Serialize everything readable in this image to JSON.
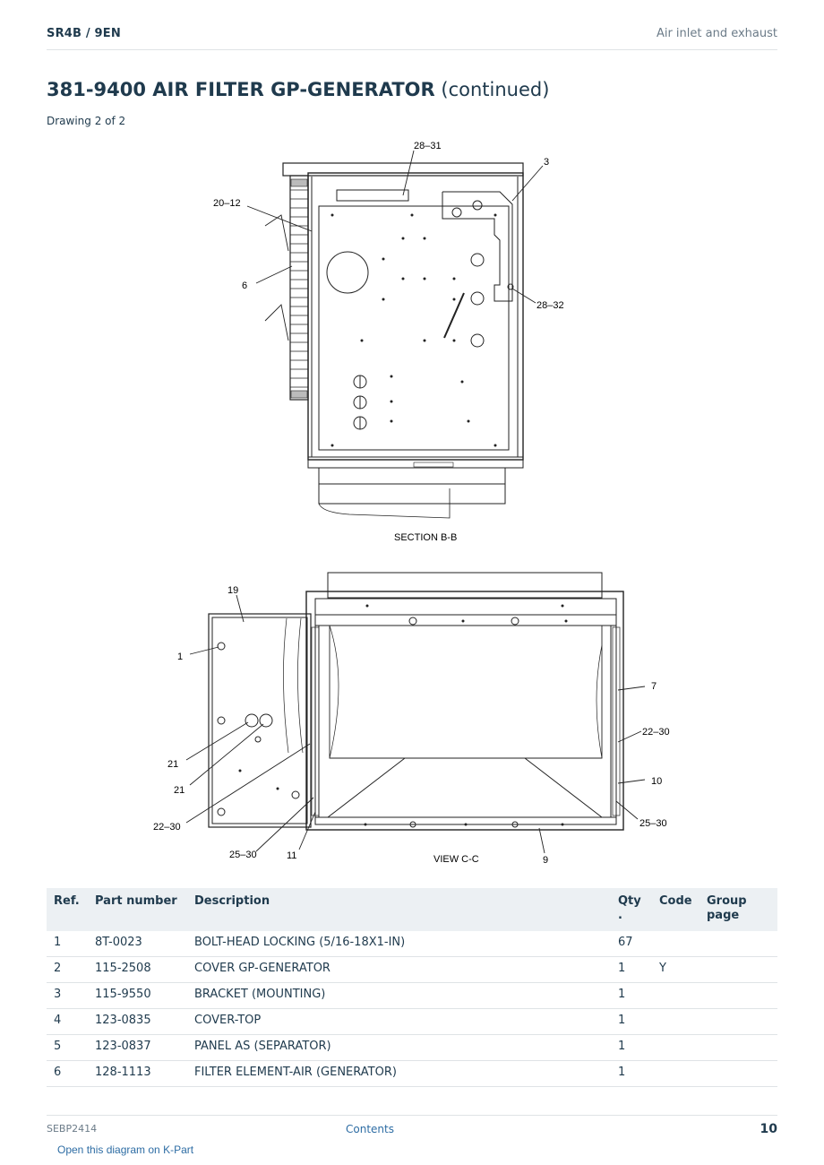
{
  "header": {
    "model": "SR4B / 9EN",
    "section": "Air inlet and exhaust"
  },
  "title": {
    "number_name": "381-9400 AIR FILTER GP-GENERATOR",
    "suffix": "(continued)"
  },
  "subtitle": "Drawing 2 of 2",
  "drawing": {
    "section_label": "SECTION B-B",
    "view_label": "VIEW C-C",
    "callouts_top": [
      "28–31",
      "3",
      "20–12",
      "6",
      "28–32"
    ],
    "callouts_bottom": [
      "19",
      "1",
      "7",
      "22–30",
      "21",
      "21",
      "10",
      "22–30",
      "25–30",
      "25–30",
      "11",
      "9"
    ]
  },
  "table": {
    "headers": {
      "ref": "Ref.",
      "part": "Part number",
      "desc": "Description",
      "qty": "Qty .",
      "code": "Code",
      "group": "Group page"
    },
    "rows": [
      {
        "ref": "1",
        "part": "8T-0023",
        "desc": "BOLT-HEAD LOCKING (5/16-18X1-IN)",
        "qty": "67",
        "code": "",
        "group": ""
      },
      {
        "ref": "2",
        "part": "115-2508",
        "desc": "COVER GP-GENERATOR",
        "qty": "1",
        "code": "Y",
        "group": ""
      },
      {
        "ref": "3",
        "part": "115-9550",
        "desc": "BRACKET (MOUNTING)",
        "qty": "1",
        "code": "",
        "group": ""
      },
      {
        "ref": "4",
        "part": "123-0835",
        "desc": "COVER-TOP",
        "qty": "1",
        "code": "",
        "group": ""
      },
      {
        "ref": "5",
        "part": "123-0837",
        "desc": "PANEL AS (SEPARATOR)",
        "qty": "1",
        "code": "",
        "group": ""
      },
      {
        "ref": "6",
        "part": "128-1113",
        "desc": "FILTER ELEMENT-AIR (GENERATOR)",
        "qty": "1",
        "code": "",
        "group": ""
      }
    ]
  },
  "footer": {
    "doc_id": "SEBP2414",
    "contents": "Contents",
    "page": "10",
    "link": "Open this diagram on K-Part"
  }
}
